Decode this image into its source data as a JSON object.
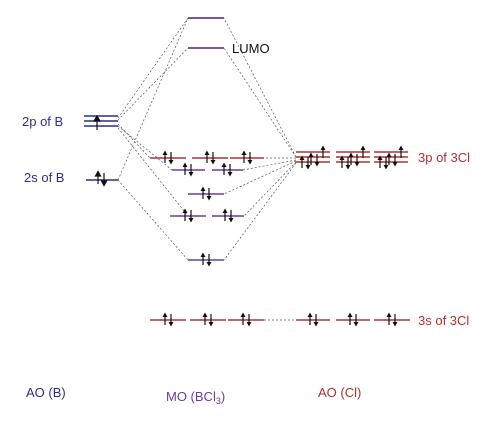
{
  "colors": {
    "boron": "#2b2f8a",
    "mo": "#6a3d9a",
    "chlorine": "#b03030",
    "electron": "#111111",
    "connector": "#555555"
  },
  "labels": {
    "lumo": "LUMO",
    "b_2p": "2p of B",
    "b_2s": "2s of B",
    "cl_3p": "3p of 3Cl",
    "cl_3s": "3s of 3Cl",
    "col_ao_b": "AO (B)",
    "col_mo_prefix": "MO (BCl",
    "col_mo_sub": "3",
    "col_mo_suffix": ")",
    "col_ao_cl": "AO (Cl)"
  }
}
